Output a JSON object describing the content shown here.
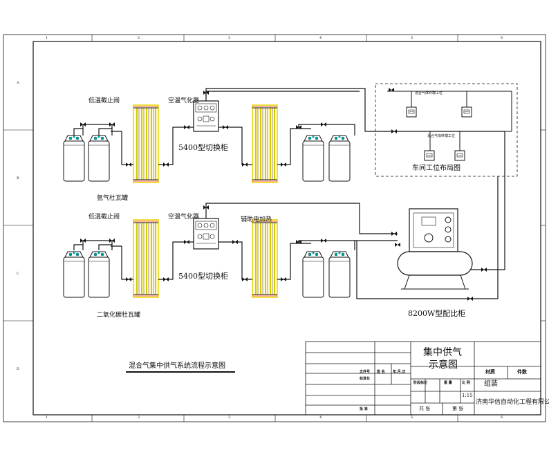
{
  "labels": {
    "valve_top": "低温截止阀",
    "valve_bottom": "低温截止阀",
    "vaporizer_top": "空温气化器",
    "vaporizer_bottom": "空温气化器",
    "cabinet_top": "5400型切换柜",
    "cabinet_bottom": "5400型切换柜",
    "argon_tank": "氩气杜瓦罐",
    "co2_tank": "二氧化碳杜瓦罐",
    "heater": "辅助电加热",
    "terminal_1": "混合气体终端工位",
    "terminal_2": "混合气体终端工位",
    "workshop_layout": "车间工位布局图",
    "ratio_cabinet": "8200W型配比柜",
    "drawing_title": "混合气集中供气系统流程示意图"
  },
  "title_block": {
    "title_line1": "集中供气",
    "title_line2": "示意图",
    "material": "材质",
    "part": "件数",
    "assembly": "组装",
    "scale": "1:15",
    "total_sheets": "共 张",
    "sheet_no": "第 张",
    "company": "济南华信自动化工程有限公司",
    "h_file": "文件号",
    "h_sign": "签 名",
    "h_date": "年.月.日",
    "h_std": "标准化",
    "h_stage": "阶段标记",
    "h_weight": "重 量",
    "h_ratio": "比 例",
    "h_approve": "批 准"
  },
  "border": {
    "col_marks": [
      "1",
      "2",
      "3",
      "4",
      "5",
      "6"
    ],
    "row_marks": [
      "A",
      "B",
      "C",
      "D"
    ]
  }
}
